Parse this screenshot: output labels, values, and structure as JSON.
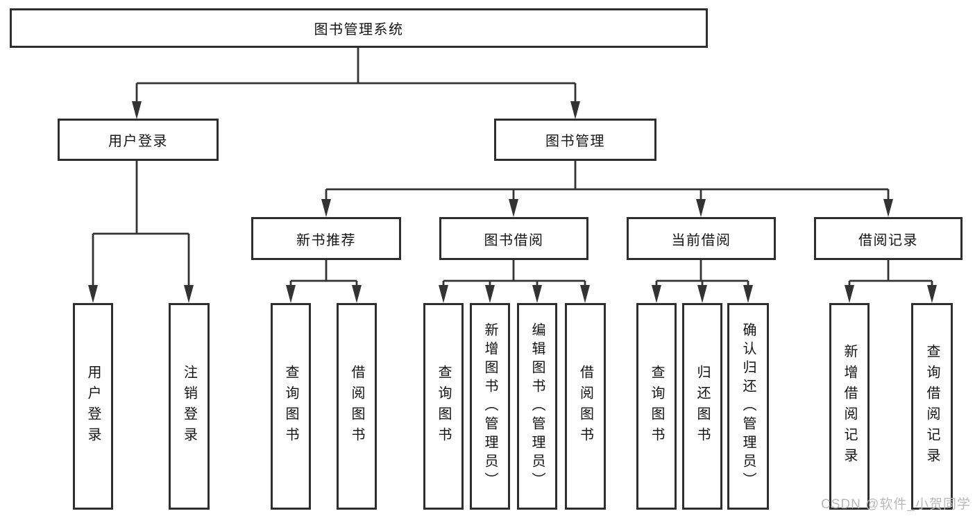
{
  "diagram": {
    "root_label": "图书管理系统",
    "level2": {
      "user_login": "用户登录",
      "book_management": "图书管理"
    },
    "level3": {
      "new_book_recommend": "新书推荐",
      "book_borrowing": "图书借阅",
      "current_borrowing": "当前借阅",
      "borrowing_records": "借阅记录"
    },
    "leaves": {
      "user_login": [
        "用户登录",
        "注销登录"
      ],
      "new_book_recommend": [
        "查询图书",
        "借阅图书"
      ],
      "book_borrowing": [
        "查询图书",
        "新增图书（管理员）",
        "编辑图书（管理员）",
        "借阅图书"
      ],
      "current_borrowing": [
        "查询图书",
        "归还图书",
        "确认归还（管理员）"
      ],
      "borrowing_records": [
        "新增借阅记录",
        "查询借阅记录"
      ]
    },
    "watermark": "CSDN @软件_小贺同学",
    "colors": {
      "line": "#333333",
      "box_border": "#2e2e2e",
      "text": "#141414",
      "watermark": "#b9b9b9",
      "background": "#ffffff"
    }
  }
}
